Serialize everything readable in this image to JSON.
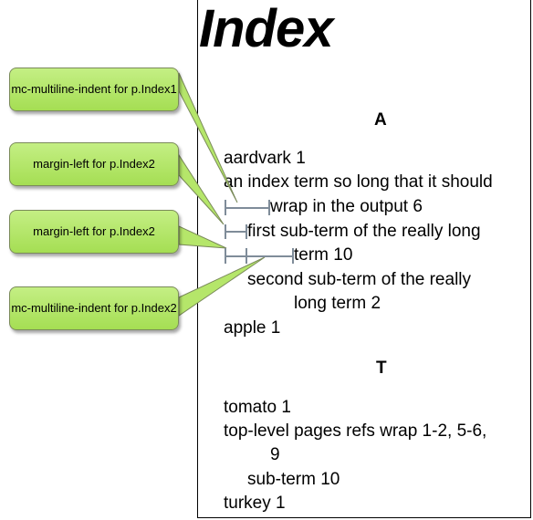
{
  "title": "Index",
  "sections": [
    {
      "letter": "A",
      "entries": [
        "aardvark  1",
        "an index term so long that it should",
        "wrap in the output  6",
        "first sub-term of the really long",
        "term  10",
        "second sub-term of the really",
        "long term  2",
        "apple  1"
      ]
    },
    {
      "letter": "T",
      "entries": [
        "tomato  1",
        "top-level pages refs wrap  1-2, 5-6,",
        "9",
        "sub-term  10",
        "turkey  1"
      ]
    }
  ],
  "callouts": [
    "mc-multiline-indent for p.Index1",
    "margin-left for p.Index2",
    "margin-left for p.Index2",
    "mc-multiline-indent for p.Index2"
  ],
  "colors": {
    "callout_fill": "#b5e66a",
    "callout_border": "#7a8a5a",
    "indicator": "#7f8c99"
  }
}
